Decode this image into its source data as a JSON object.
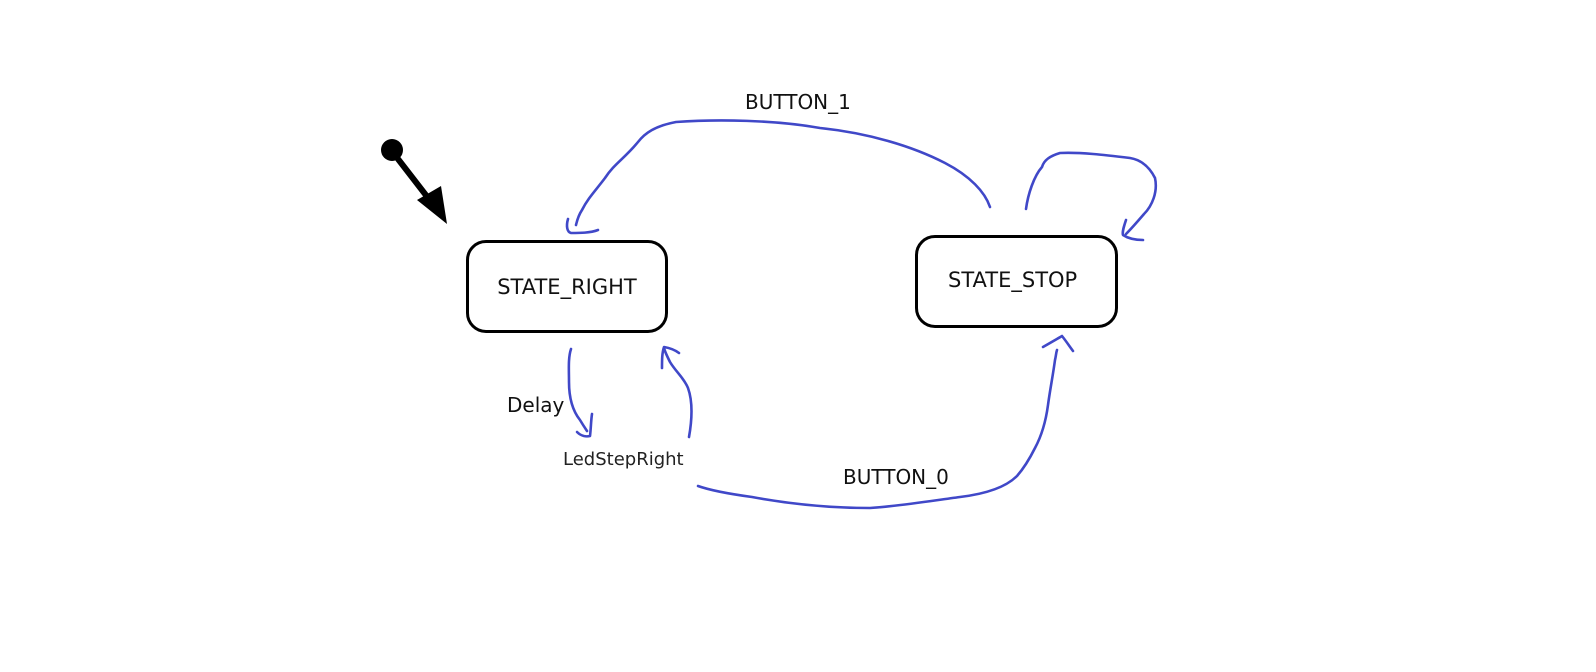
{
  "states": {
    "right": {
      "label": "STATE_RIGHT"
    },
    "stop": {
      "label": "STATE_STOP"
    }
  },
  "transitions": {
    "stop_to_right": {
      "label": "BUTTON_1"
    },
    "right_to_stop": {
      "label": "BUTTON_0"
    },
    "right_self": {
      "label": "Delay",
      "action": "LedStepRight"
    },
    "stop_self": {
      "label": ""
    }
  },
  "colors": {
    "arrow": "#4048c8",
    "initial_marker": "#000000",
    "state_border": "#000000"
  }
}
